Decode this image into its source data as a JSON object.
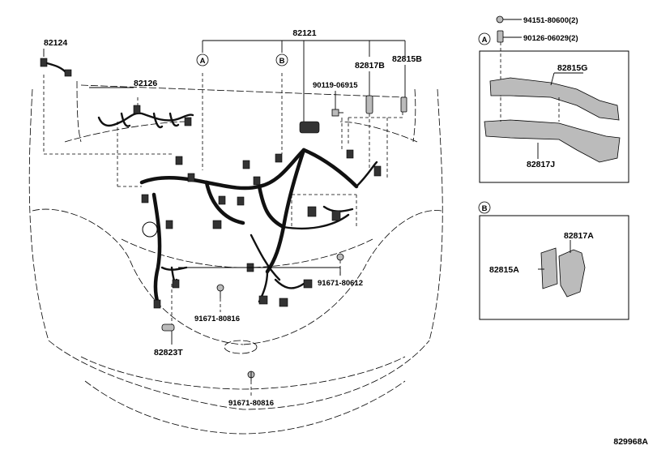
{
  "callouts": {
    "p82121": "82121",
    "p82124": "82124",
    "p82126": "82126",
    "p82817B": "82817B",
    "p82815B": "82815B",
    "p90119": "90119-06915",
    "p91671_a": "91671-80612",
    "p91671_b": "91671-80816",
    "p91671_c": "91671-80816",
    "p82823T": "82823T",
    "p94151": "94151-80600(2)",
    "p90126": "90126-06029(2)",
    "p82815G": "82815G",
    "p82817J": "82817J",
    "p82817A": "82817A",
    "p82815A": "82815A",
    "ref_a": "A",
    "ref_b": "B",
    "drawing_no": "829968A"
  }
}
